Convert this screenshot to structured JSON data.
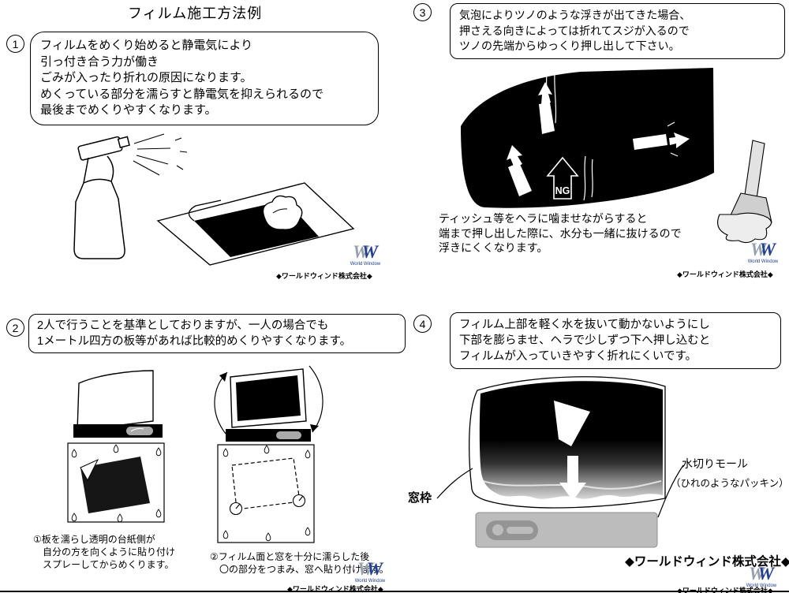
{
  "title": "フィルム施工方法例",
  "company_small": "◆ワールドウィンド株式会社◆",
  "logo": {
    "w1": "W",
    "w2": "W",
    "subtext": "World Window"
  },
  "sections": {
    "s1": {
      "number": "1",
      "box_lines": [
        "フィルムをめくり始めると静電気により",
        "引っ付き合う力が働き",
        "ごみが入ったり折れの原因になります。",
        "めくっている部分を濡らすと静電気を抑えられるので",
        "最後までめくりやすくなります。"
      ]
    },
    "s2": {
      "number": "2",
      "box_lines": [
        "2人で行うことを基準としておりますが、一人の場合でも",
        "1メートル四方の板等があれば比較的めくりやすくなります。"
      ],
      "caption_left_lines": [
        "①板を濡らし透明の台紙側が",
        "　自分の方を向くように貼り付け",
        "　スプレーしてからめくります。"
      ],
      "caption_right_lines": [
        "②フィルム面と窓を十分に濡らした後",
        "　〇の部分をつまみ、窓へ貼り付けます。"
      ]
    },
    "s3": {
      "number": "3",
      "box_lines": [
        "気泡によりツノのような浮きが出てきた場合、",
        "押さえる向きによっては折れてスジが入るので",
        "ツノの先端からゆっくり押し出して下さい。"
      ],
      "ng_label": "NG",
      "note_lines": [
        "ティッシュ等をヘラに噛ませながらすると",
        "端まで押し出した際に、水分も一緒に抜けるので",
        "浮きにくくなります。"
      ]
    },
    "s4": {
      "number": "4",
      "box_lines": [
        "フィルム上部を軽く水を抜いて動かないようにし",
        "下部を膨らませ、ヘラで少しずつ下へ押し込むと",
        "フィルムが入っていきやすく折れにくいです。"
      ],
      "label_window_frame": "窓枠",
      "label_drip_molding": "水切りモール",
      "label_drip_molding_sub": "（ひれのようなパッキン）",
      "company_bold": "◆ワールドウィンド株式会社◆"
    }
  }
}
